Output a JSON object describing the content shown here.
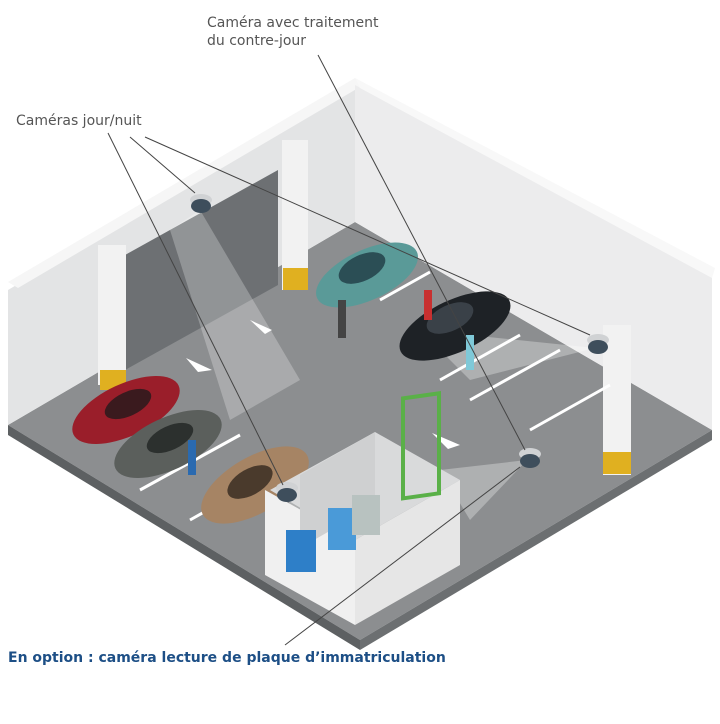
{
  "labels": {
    "backlight_camera_line1": "Caméra avec traitement",
    "backlight_camera_line2": "du contre-jour",
    "day_night_cameras": "Caméras jour/nuit",
    "option_plate_camera": "En option : caméra lecture de plaque d’immatriculation"
  },
  "colors": {
    "floor": "#8c8e90",
    "wall": "#e6e7e8",
    "option_text": "#1d4f86",
    "label_text": "#555555"
  }
}
